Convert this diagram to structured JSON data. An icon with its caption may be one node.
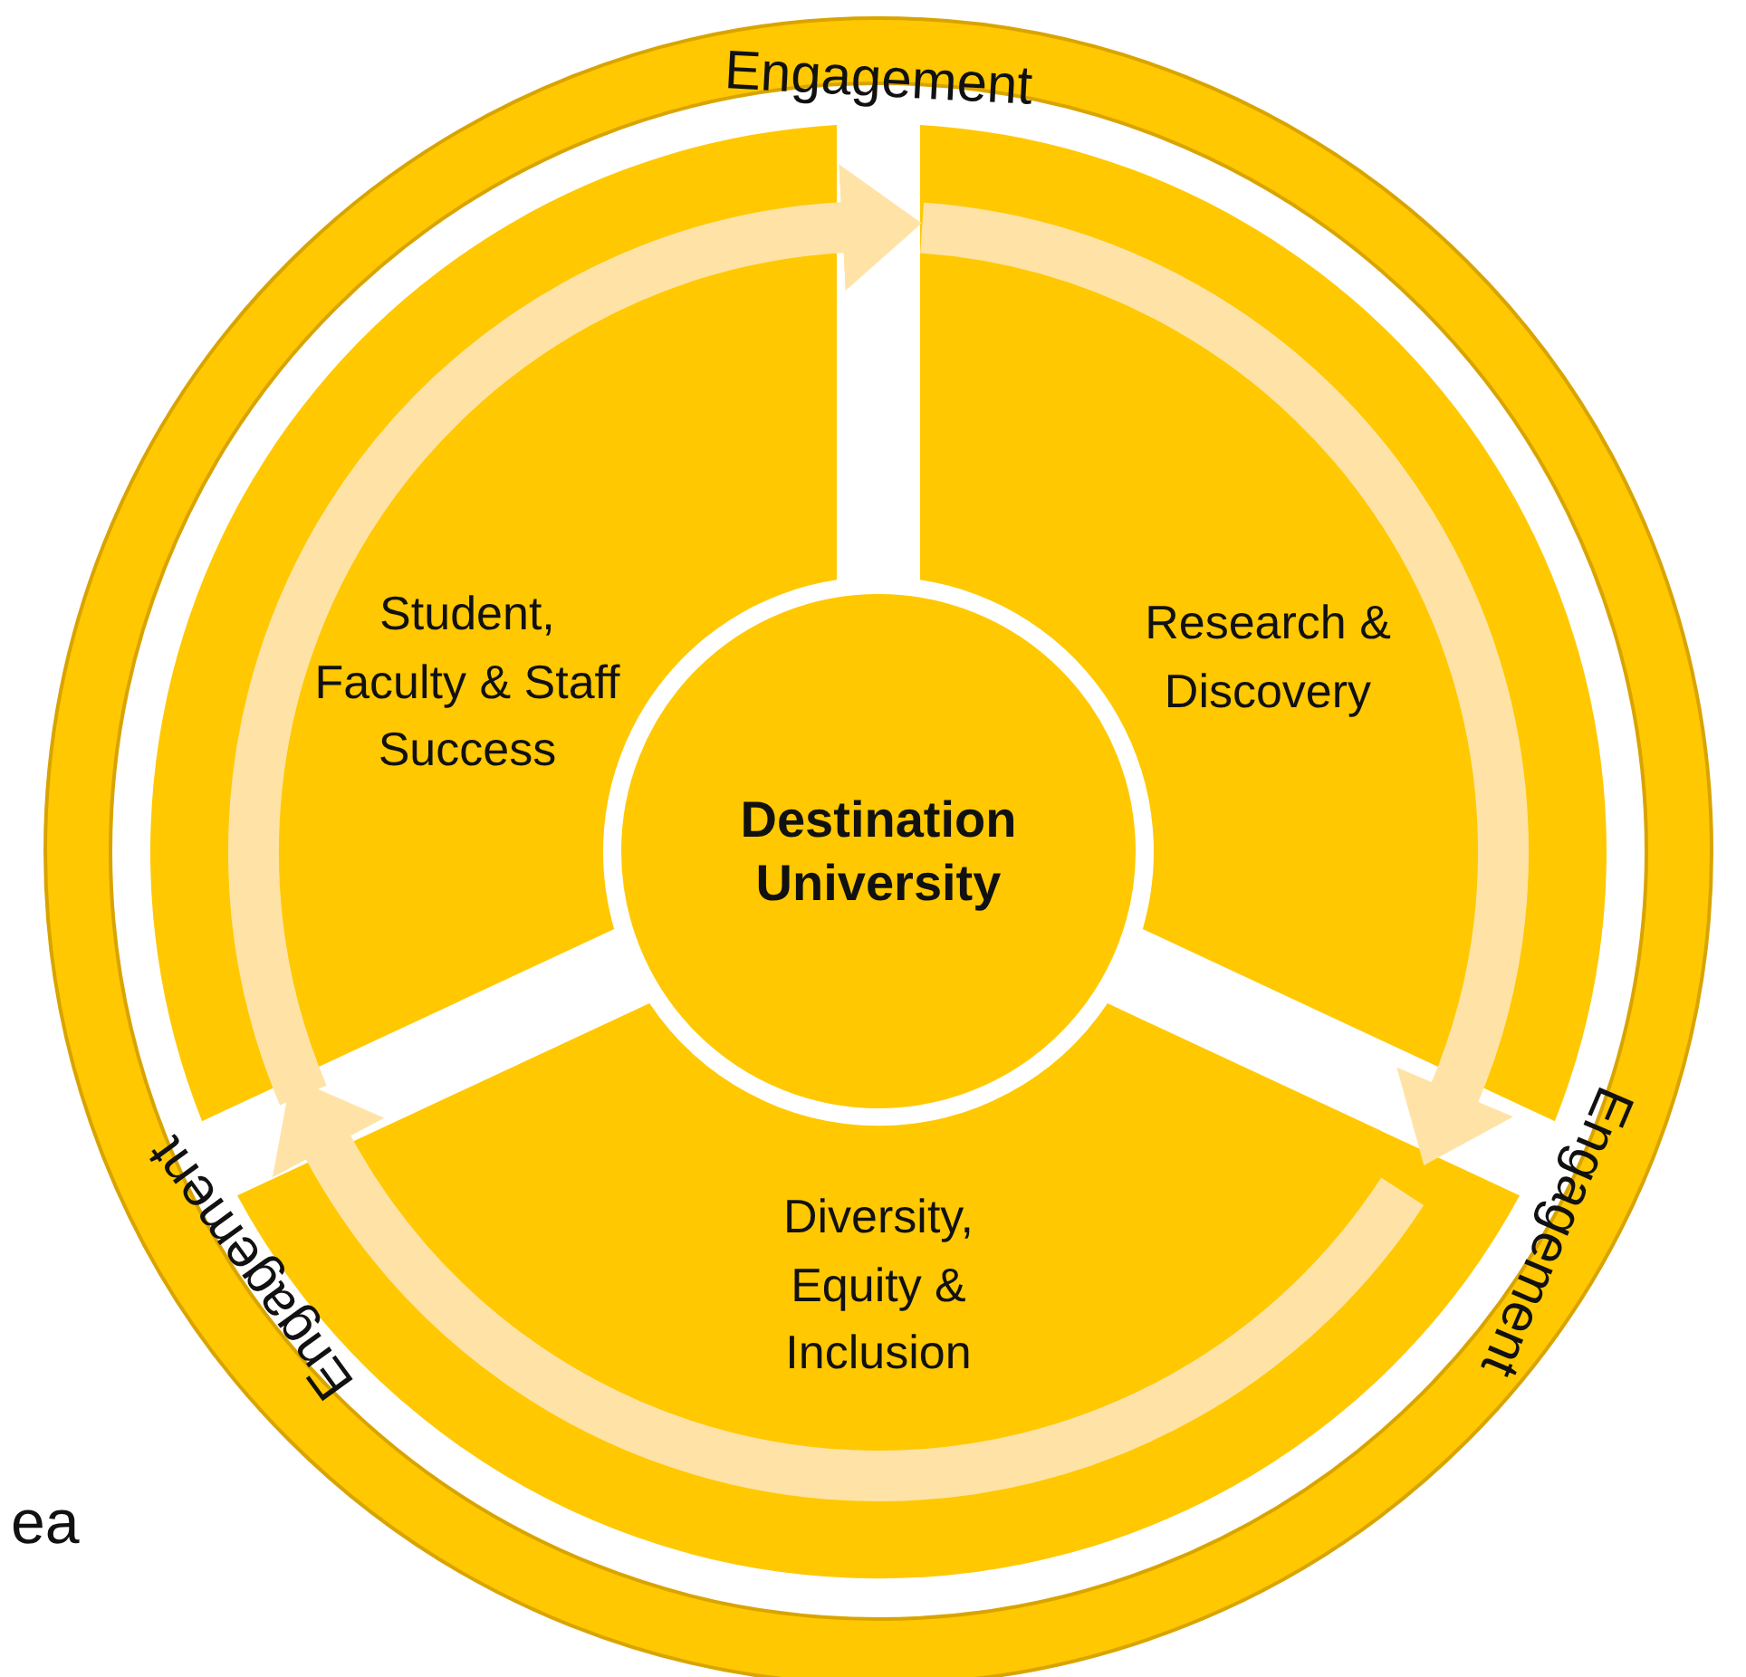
{
  "diagram": {
    "nodes": [
      {
        "text": [
          "Engagement",
          "Engagement",
          "Engagement"
        ]
      },
      {
        "text": [
          "Student, Faculty & Staff Success"
        ],
        "in": 0
      },
      {
        "text": [
          "Research & Discovery"
        ],
        "in": 0
      },
      {
        "text": [
          "Diversity, Equity & Inclusion"
        ],
        "in": 0
      },
      {
        "text": [
          "Destination University"
        ],
        "in": 0
      }
    ],
    "edges": [
      {
        "from": 1,
        "to": 2,
        "arrow": "to"
      },
      {
        "from": 2,
        "to": 3,
        "arrow": "to"
      },
      {
        "from": 3,
        "to": 1,
        "arrow": "to"
      }
    ],
    "labels": [
      "ea"
    ]
  }
}
